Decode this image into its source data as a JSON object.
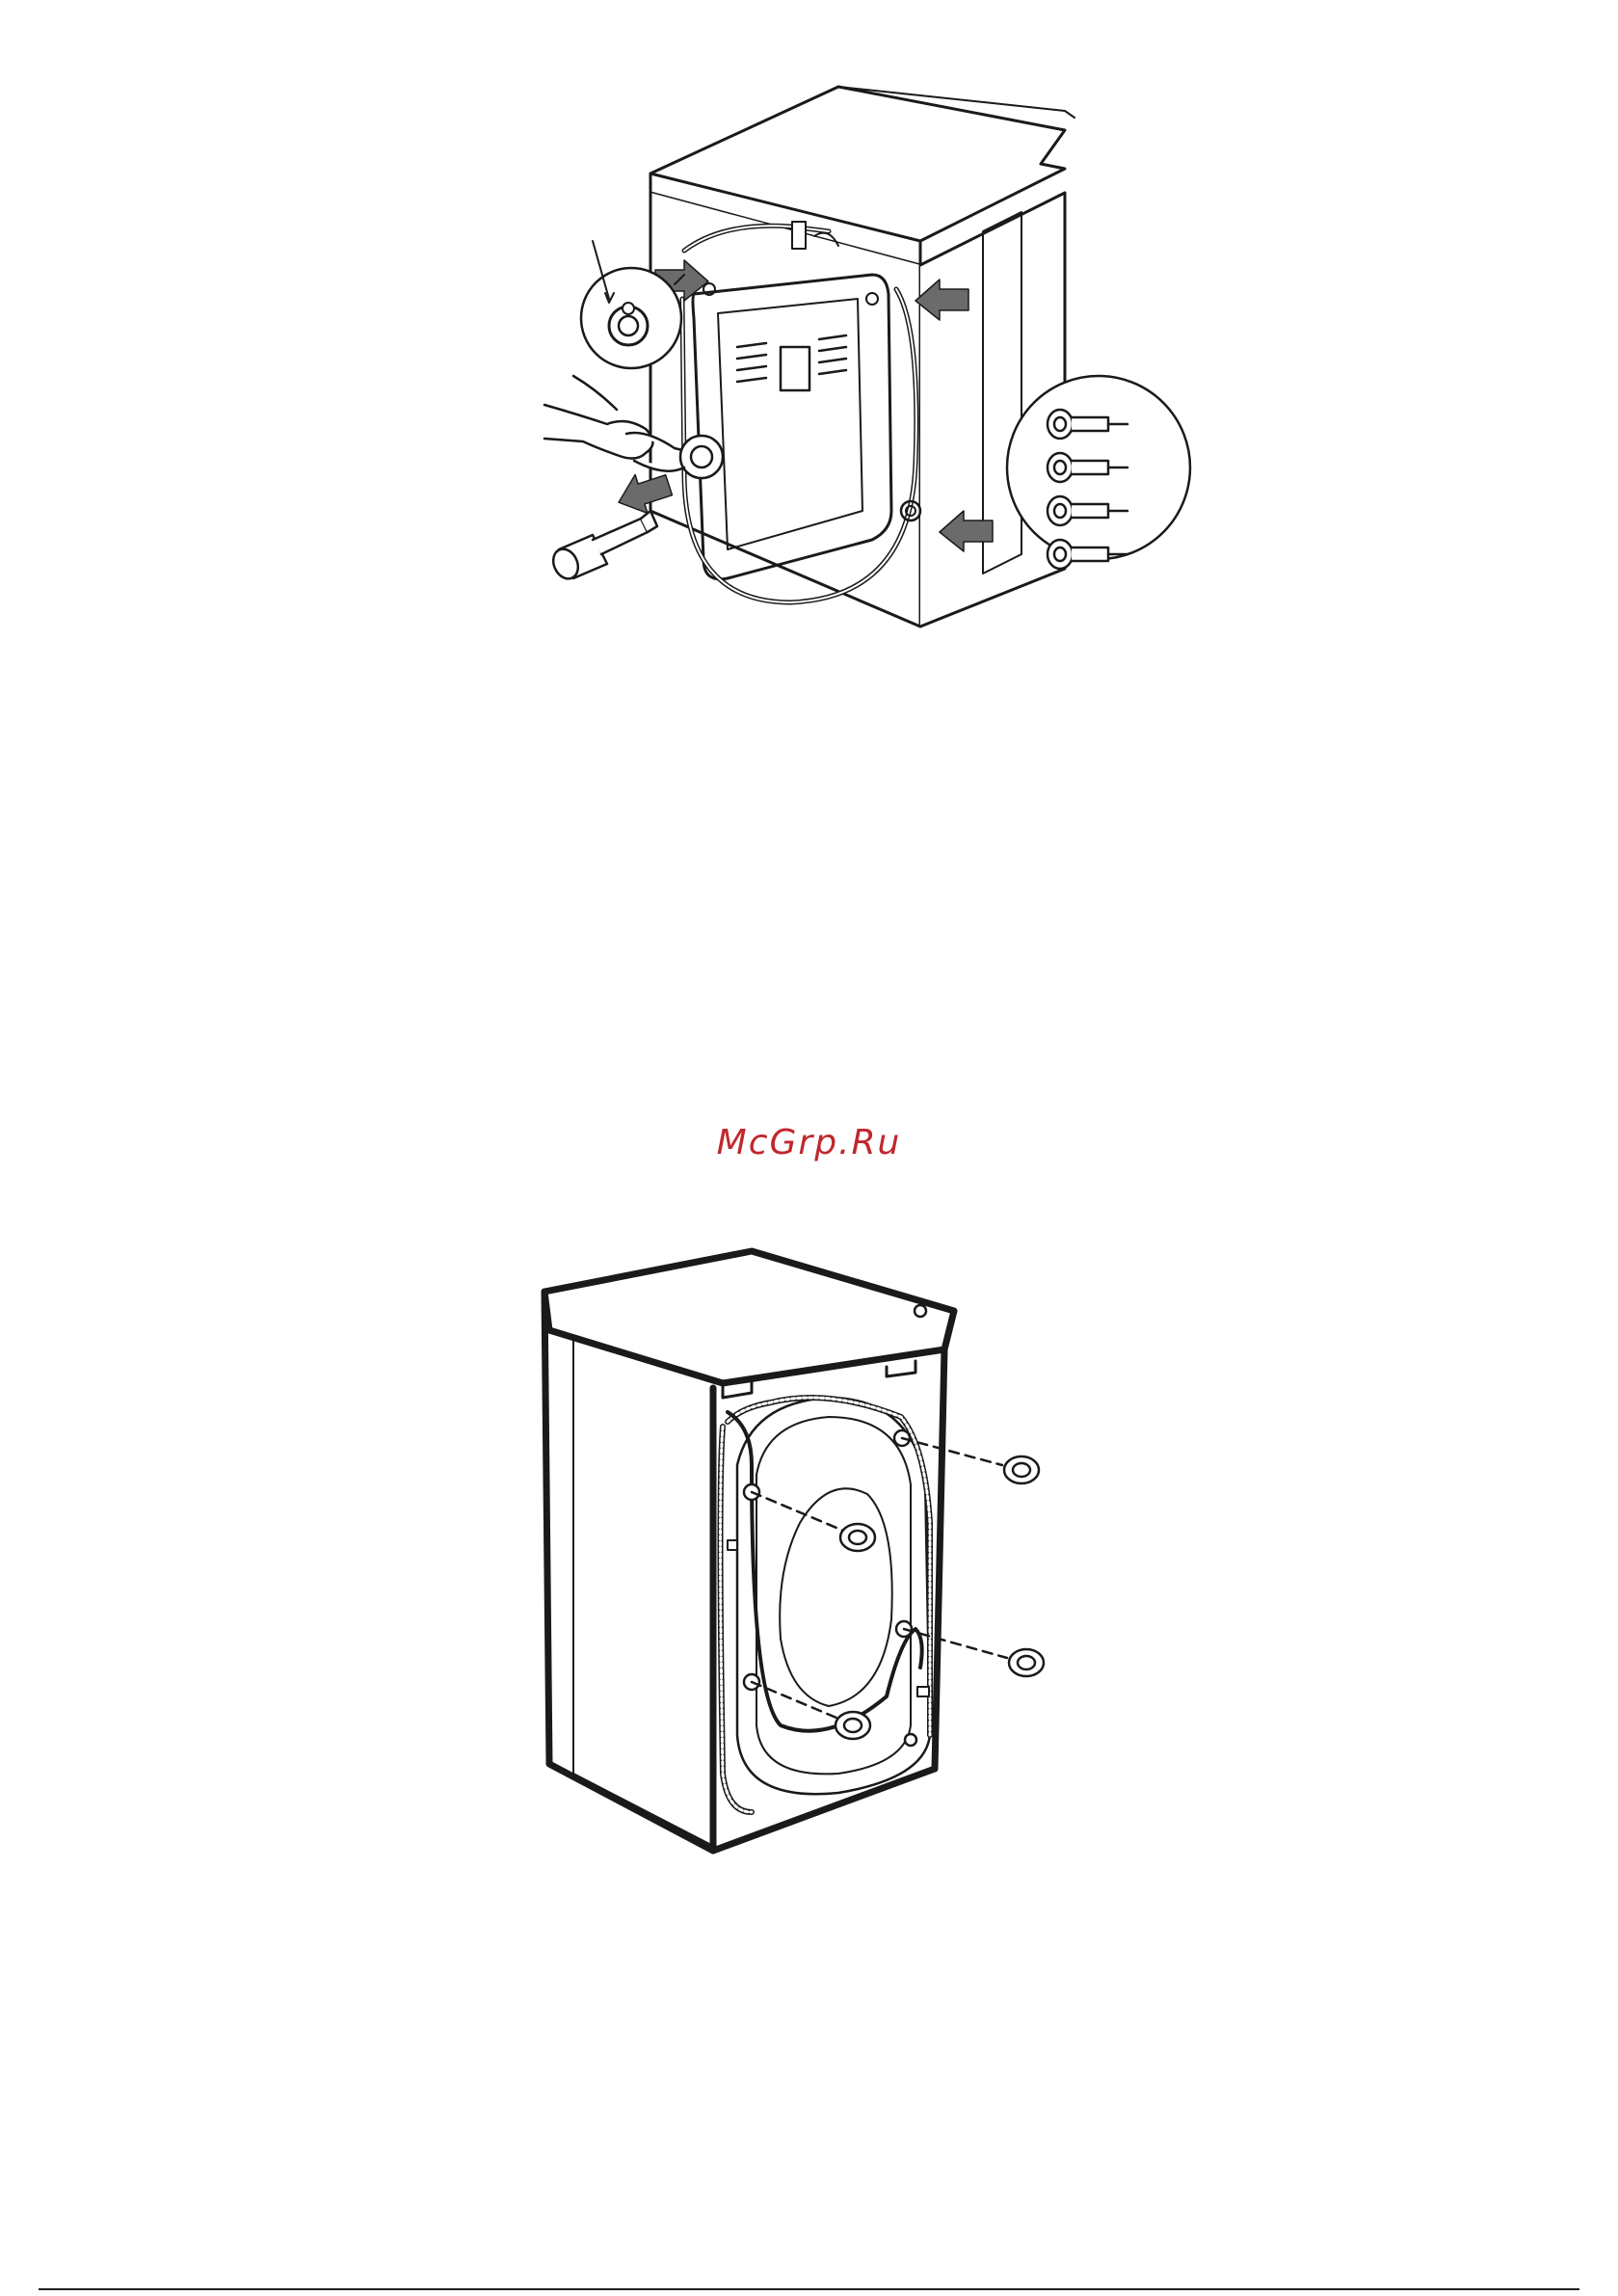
{
  "watermark": {
    "text": "McGrp.Ru",
    "color": "#c0272d"
  },
  "colors": {
    "line": "#1a1a1a",
    "arrow": "#6b6b6b",
    "page": "#ffffff"
  },
  "figures": [
    {
      "id": "transit-bolt-removal",
      "icons": [
        "washing-machine-rear",
        "wrench-hand",
        "transit-bolt",
        "push-arrow"
      ]
    },
    {
      "id": "hole-caps-insertion",
      "icons": [
        "washing-machine-rear",
        "hole-cap"
      ]
    }
  ]
}
